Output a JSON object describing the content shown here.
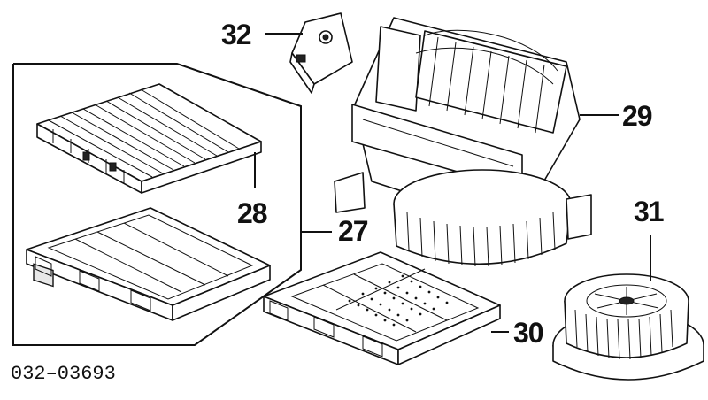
{
  "callouts": {
    "c27": "27",
    "c28": "28",
    "c29": "29",
    "c30": "30",
    "c31": "31",
    "c32": "32"
  },
  "catalog_number": "032–03693"
}
